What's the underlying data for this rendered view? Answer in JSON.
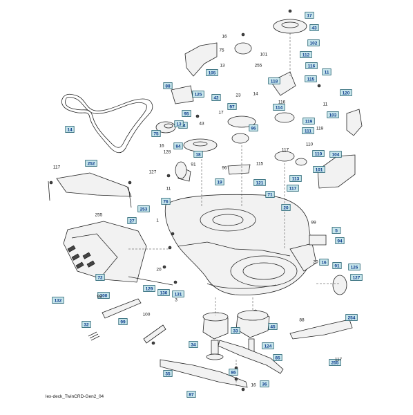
{
  "footer": "lex-deck_TwinCRD-Gen2_04",
  "boxed_labels": [
    "17",
    "43",
    "102",
    "112",
    "116",
    "105",
    "118",
    "115",
    "11",
    "125",
    "42",
    "120",
    "14",
    "114",
    "97",
    "119",
    "103",
    "95",
    "111",
    "75",
    "96",
    "110",
    "84",
    "18",
    "113",
    "104",
    "252",
    "19",
    "101",
    "121",
    "117",
    "20",
    "76",
    "71",
    "253",
    "94",
    "5",
    "72",
    "16",
    "91",
    "126",
    "127",
    "129",
    "130",
    "131",
    "132",
    "100",
    "32",
    "99",
    "33",
    "45",
    "34",
    "124",
    "85",
    "254",
    "255",
    "35",
    "86",
    "87",
    "36",
    "88",
    "13",
    "14",
    "27",
    "96"
  ],
  "plain_labels": [
    "16",
    "75",
    "101",
    "13",
    "11",
    "17",
    "43",
    "23",
    "128",
    "127",
    "91",
    "115",
    "11",
    "16",
    "117",
    "255",
    "1",
    "96",
    "20",
    "3",
    "98",
    "100",
    "99",
    "20",
    "16",
    "88",
    "117",
    "255",
    "14",
    "116",
    "110",
    "117",
    "119"
  ]
}
